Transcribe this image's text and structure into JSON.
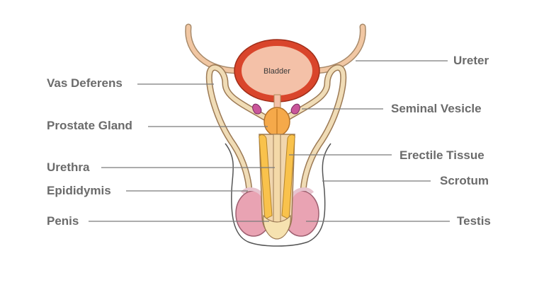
{
  "diagram": {
    "organ_label": "Bladder",
    "labels": {
      "vas_deferens": "Vas Deferens",
      "prostate_gland": "Prostate Gland",
      "urethra": "Urethra",
      "epididymis": "Epididymis",
      "penis": "Penis",
      "ureter": "Ureter",
      "seminal_vesicle": "Seminal Vesicle",
      "erectile_tissue": "Erectile Tissue",
      "scrotum": "Scrotum",
      "testis": "Testis"
    }
  },
  "colors": {
    "bladder_wall": "#d9452b",
    "bladder_inner": "#f4c1a8",
    "duct": "#f0dcb6",
    "duct_outline": "#b08a5a",
    "prostate": "#f5a94a",
    "erectile": "#f9c24c",
    "testis": "#e9a3b3",
    "seminal": "#c9569a",
    "label_text": "#6b6b6b",
    "leader_line": "#7a7a7a"
  }
}
